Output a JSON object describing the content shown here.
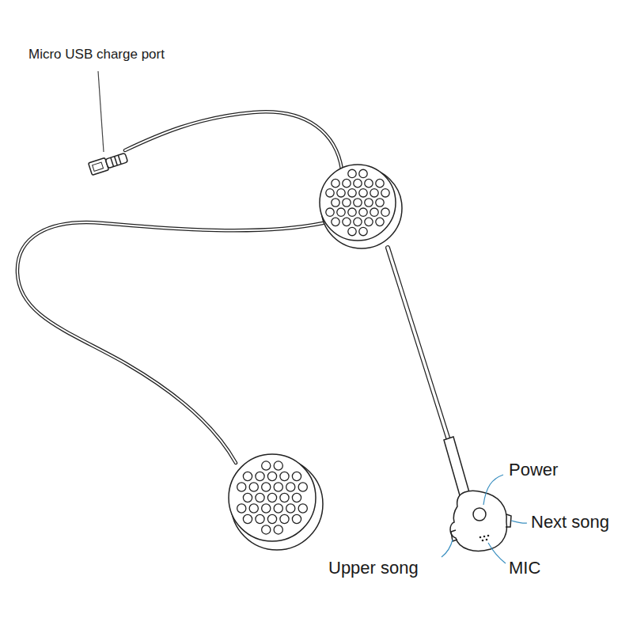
{
  "diagram": {
    "labels": [
      "Micro USB charge port",
      "Power",
      "Next song",
      "Upper song",
      "MIC"
    ]
  }
}
